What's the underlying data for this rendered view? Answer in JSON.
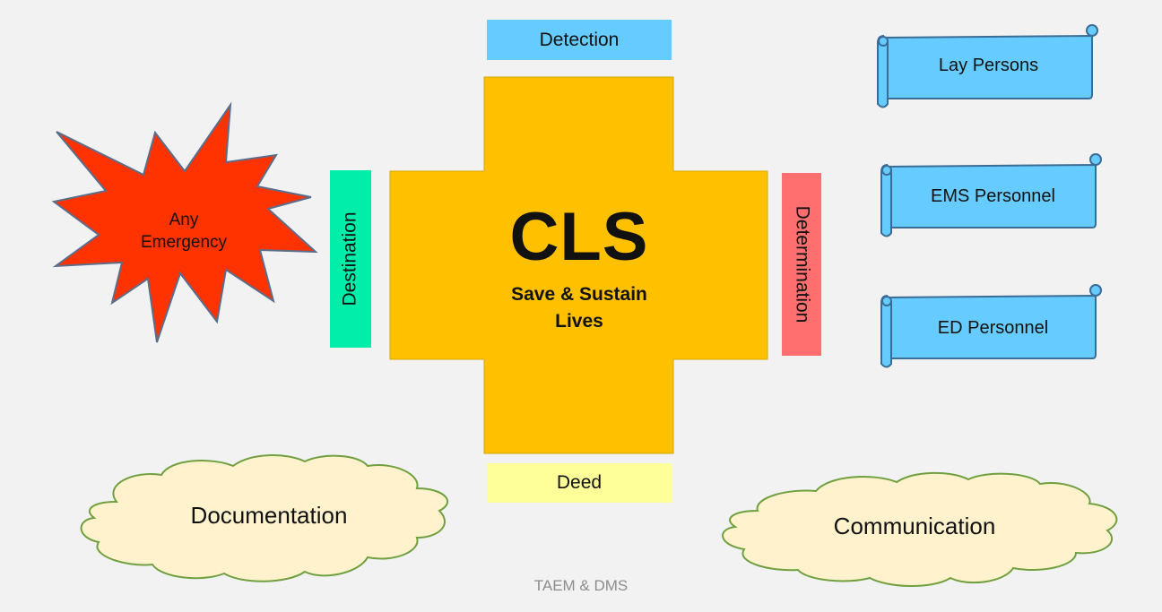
{
  "center": {
    "title": "CLS",
    "subtitle_line1": "Save & Sustain",
    "subtitle_line2": "Lives"
  },
  "sides": {
    "top": "Detection",
    "bottom": "Deed",
    "left": "Destination",
    "right": "Determination"
  },
  "emergency": {
    "line1": "Any",
    "line2": "Emergency"
  },
  "scrolls": [
    {
      "label": "Lay Persons"
    },
    {
      "label": "EMS Personnel"
    },
    {
      "label": "ED Personnel"
    }
  ],
  "clouds": {
    "left": "Documentation",
    "right": "Communication"
  },
  "footer": "TAEM & DMS",
  "colors": {
    "cross": "#ffc000",
    "detection": "#66ccff",
    "deed": "#ffff99",
    "destination": "#00eeaa",
    "determination": "#ff6f6f",
    "emergency": "#ff3300",
    "scroll": "#66ccff",
    "cloud": "#fff2cc"
  }
}
